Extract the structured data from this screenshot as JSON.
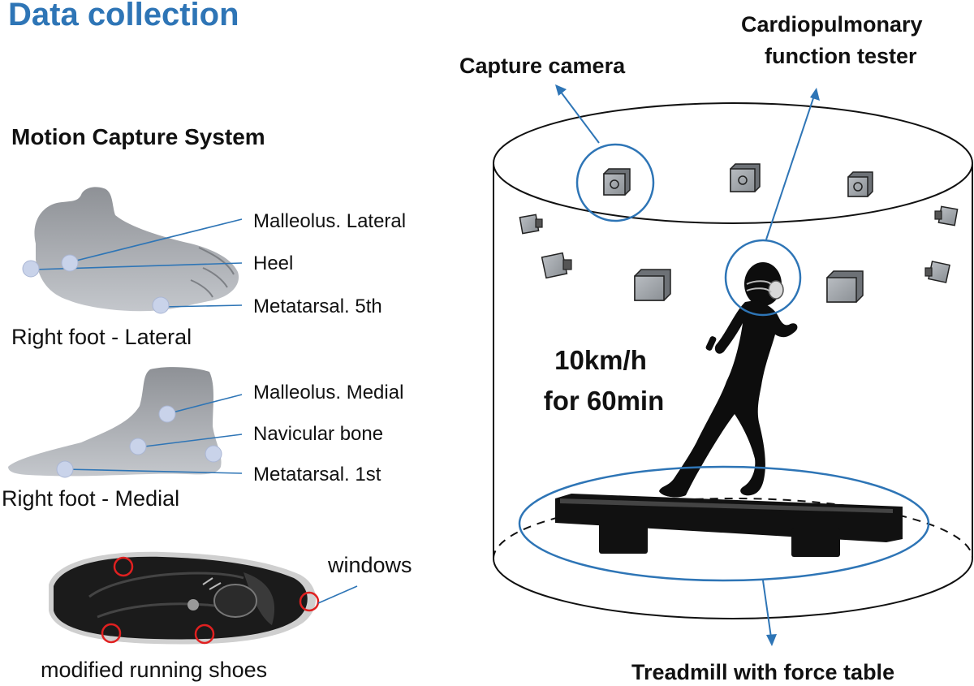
{
  "title": "Data collection",
  "motion_capture": {
    "heading": "Motion Capture System",
    "lateral": {
      "caption": "Right foot - Lateral",
      "markers": [
        "Malleolus. Lateral",
        "Heel",
        "Metatarsal. 5th"
      ]
    },
    "medial": {
      "caption": "Right foot - Medial",
      "markers": [
        "Malleolus. Medial",
        "Navicular bone",
        "Metatarsal. 1st"
      ]
    },
    "shoe": {
      "callout": "windows",
      "caption": "modified running shoes"
    }
  },
  "setup": {
    "camera_label": "Capture camera",
    "tester_label_line1": "Cardiopulmonary",
    "tester_label_line2": "function tester",
    "speed_line1": "10km/h",
    "speed_line2": "for 60min",
    "treadmill_label": "Treadmill with force table"
  },
  "colors": {
    "title": "#2e75b6",
    "callout_line": "#2e75b6",
    "marker": "#c9d3ea",
    "window_circle": "#e02020"
  }
}
